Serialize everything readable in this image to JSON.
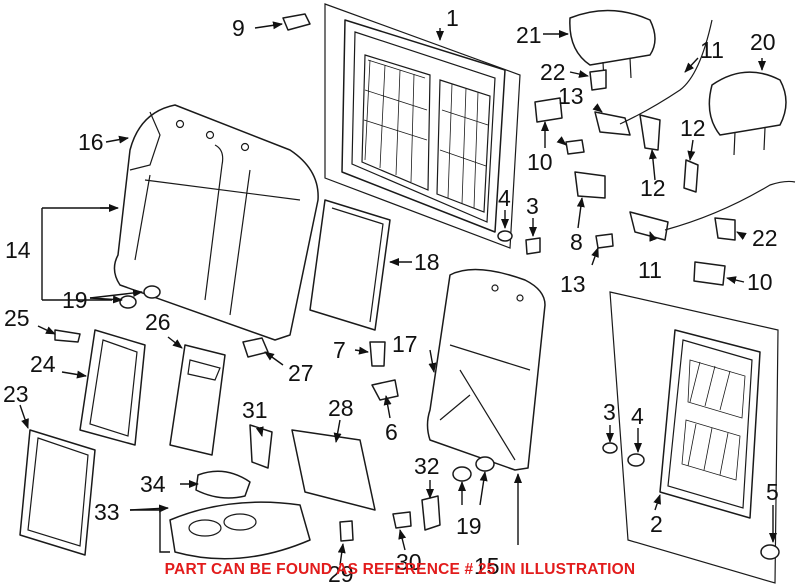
{
  "diagram": {
    "callouts": {
      "c1": "1",
      "c2": "2",
      "c3a": "3",
      "c3b": "3",
      "c4a": "4",
      "c4b": "4",
      "c5": "5",
      "c6": "6",
      "c7": "7",
      "c8": "8",
      "c9": "9",
      "c10a": "10",
      "c10b": "10",
      "c11a": "11",
      "c11b": "11",
      "c12a": "12",
      "c12b": "12",
      "c13a": "13",
      "c13b": "13",
      "c14": "14",
      "c15": "15",
      "c16": "16",
      "c17": "17",
      "c18": "18",
      "c19a": "19",
      "c19b": "19",
      "c20": "20",
      "c21": "21",
      "c22a": "22",
      "c22b": "22",
      "c23": "23",
      "c24": "24",
      "c25": "25",
      "c26": "26",
      "c27": "27",
      "c28": "28",
      "c29": "29",
      "c30": "30",
      "c31": "31",
      "c32": "32",
      "c33": "33",
      "c34": "34"
    }
  },
  "footer": {
    "text": "PART CAN BE FOUND AS REFERENCE # 25 IN ILLUSTRATION"
  },
  "colors": {
    "footer_text": "#e21c1c",
    "line_art": "#1a1a1a",
    "background": "#ffffff"
  }
}
